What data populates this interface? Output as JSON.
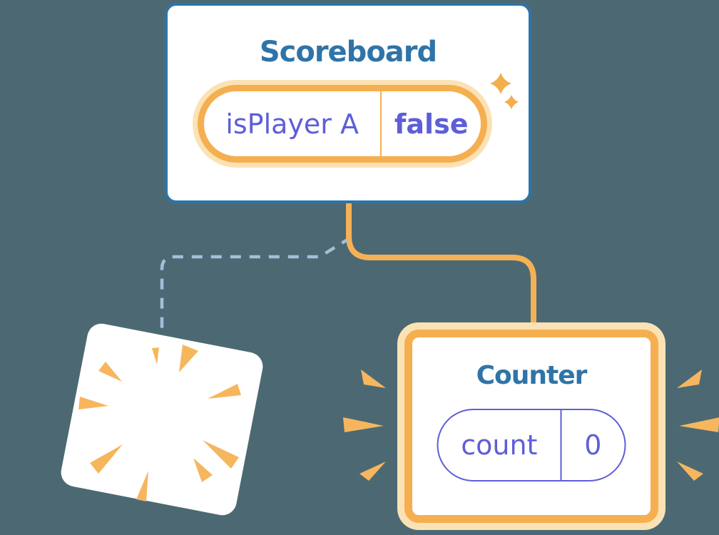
{
  "diagram": {
    "scoreboard": {
      "title": "Scoreboard",
      "state": {
        "name": "isPlayer A",
        "value": "false"
      }
    },
    "counter": {
      "title": "Counter",
      "state": {
        "name": "count",
        "value": "0"
      }
    },
    "destroyed_component": {
      "icon": "poof-burst-icon"
    },
    "decorations": {
      "sparkles": "sparkles-icon",
      "emphasis_left": "emphasis-burst-left-icon",
      "emphasis_right": "emphasis-burst-right-icon"
    },
    "colors": {
      "background": "#4C6973",
      "card_white": "#FFFFFF",
      "blue_border_and_titles": "#2E74A8",
      "indigo_state_text": "#5E5ED8",
      "orange_accent": "#F5AF50",
      "orange_pale": "#FBE2B5",
      "dashed_connector_blue": "#A3C0D8"
    }
  }
}
